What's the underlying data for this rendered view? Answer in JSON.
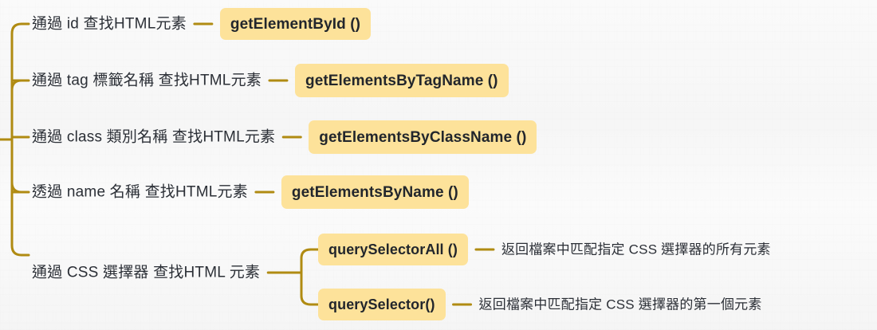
{
  "diagram": {
    "kind": "mindmap-bracket",
    "title_visible": false,
    "colors": {
      "branch_line": "#b08b12",
      "badge_fill": "#fde29a",
      "badge_text": "#22262c",
      "label_text": "#2b2f36",
      "background": "#f8f8f8"
    }
  },
  "branches": [
    {
      "id": "by-id",
      "label": "通過 id 查找HTML元素",
      "api": "getElementById ()"
    },
    {
      "id": "by-tag-name",
      "label": "通過 tag 標籤名稱 查找HTML元素",
      "api": "getElementsByTagName ()"
    },
    {
      "id": "by-class-name",
      "label": "通過 class 類別名稱 查找HTML元素",
      "api": "getElementsByClassName ()"
    },
    {
      "id": "by-name",
      "label": "透過 name 名稱 查找HTML元素",
      "api": "getElementsByName ()"
    },
    {
      "id": "by-css-selector",
      "label": "通過 CSS 選擇器 查找HTML 元素",
      "api": null,
      "children": [
        {
          "id": "query-selector-all",
          "api": "querySelectorAll ()",
          "description": "返回檔案中匹配指定 CSS 選擇器的所有元素"
        },
        {
          "id": "query-selector",
          "api": "querySelector()",
          "description": "返回檔案中匹配指定 CSS 選擇器的第一個元素"
        }
      ]
    }
  ]
}
